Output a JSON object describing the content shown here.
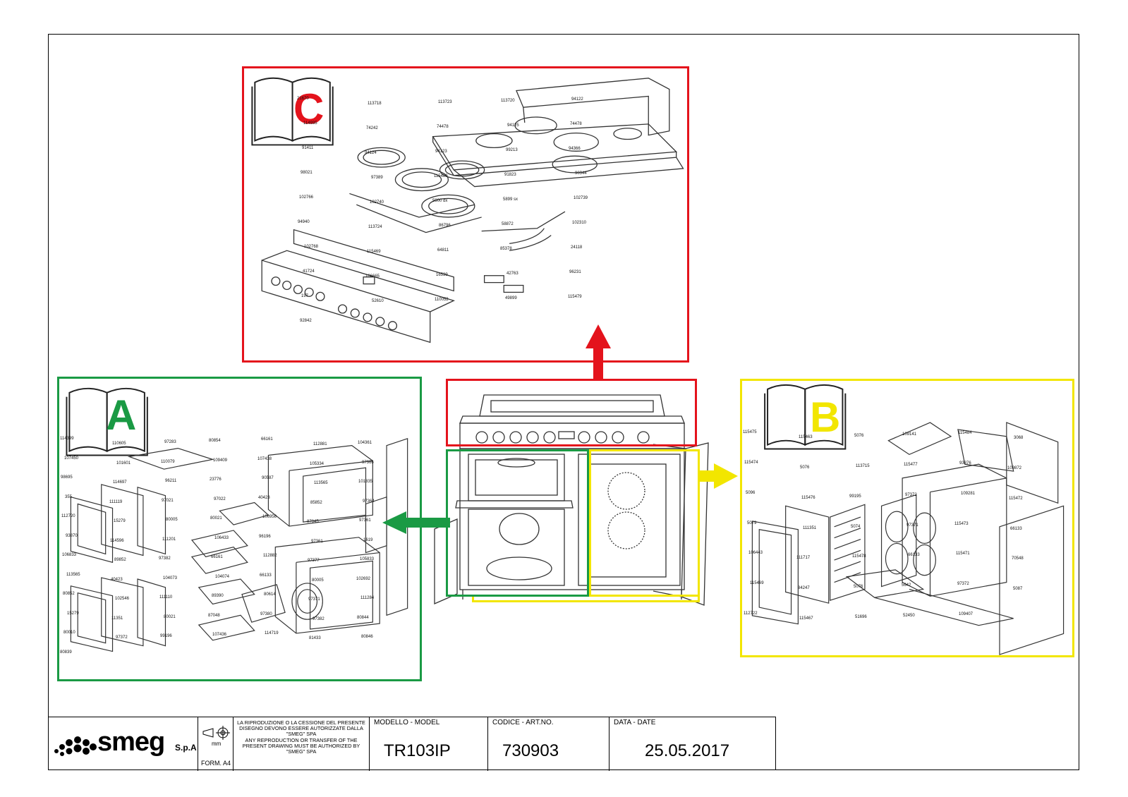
{
  "panels": {
    "a": {
      "label": "A",
      "color": "#1a9a44"
    },
    "b": {
      "label": "B",
      "color": "#f2e600"
    },
    "c": {
      "label": "C",
      "color": "#e4131c"
    }
  },
  "title_block": {
    "brand": "smeg",
    "brand_suffix": "S.p.A",
    "format": "FORM. A4",
    "legal_it": "LA RIPRODUZIONE O LA CESSIONE DEL PRESENTE DISEGNO DEVONO ESSERE AUTORIZZATE DALLA \"SMEG\" SPA",
    "legal_en": "ANY REPRODUCTION OR TRANSFER OF THE PRESENT DRAWING MUST BE AUTHORIZED BY \"SMEG\" SPA",
    "model_caption": "MODELLO - MODEL",
    "model_value": "TR103IP",
    "code_caption": "CODICE - ART.NO.",
    "code_value": "730903",
    "date_caption": "DATA - DATE",
    "date_value": "25.05.2017"
  },
  "part_numbers": {
    "c": [
      "21670",
      "113718",
      "113723",
      "113720",
      "94122",
      "114935",
      "74242",
      "74478",
      "94125",
      "74478",
      "91411",
      "94124",
      "94123",
      "99213",
      "94366",
      "98021",
      "97389",
      "115480",
      "91823",
      "90344",
      "102766",
      "102740",
      "5900 dx",
      "5899 sx",
      "102739",
      "94940",
      "113724",
      "86796",
      "58872",
      "102310",
      "102768",
      "115469",
      "64811",
      "85378",
      "24118",
      "41724",
      "106665",
      "16539",
      "42763",
      "96231",
      "197",
      "52610",
      "110052",
      "49899",
      "115479",
      "92842"
    ],
    "a": [
      "114399",
      "110605",
      "97283",
      "80854",
      "66161",
      "112881",
      "104361",
      "107450",
      "101601",
      "110079",
      "109409",
      "107438",
      "105334",
      "97366",
      "98695",
      "114697",
      "96211",
      "23776",
      "90587",
      "113565",
      "101835",
      "355",
      "111119",
      "97021",
      "97022",
      "40423",
      "85852",
      "97364",
      "112720",
      "15279",
      "80005",
      "80021",
      "106956",
      "87045",
      "97361",
      "93870",
      "114596",
      "111201",
      "106433",
      "96196",
      "97361",
      "1619",
      "106833",
      "89852",
      "97382",
      "66161",
      "112882",
      "97377",
      "105833",
      "113565",
      "40423",
      "104073",
      "104074",
      "66133",
      "80005",
      "102692",
      "80852",
      "102546",
      "111110",
      "89390",
      "80614",
      "97371",
      "111284",
      "15279",
      "11351",
      "80021",
      "87048",
      "97380",
      "97382",
      "80844",
      "80010",
      "97372",
      "99196",
      "107436",
      "114719",
      "81433",
      "80846",
      "80839"
    ],
    "b": [
      "115475",
      "115463",
      "5076",
      "109141",
      "115484",
      "3068",
      "115474",
      "5076",
      "113715",
      "115477",
      "93876",
      "109872",
      "5096",
      "115476",
      "99195",
      "97372",
      "109281",
      "115472",
      "5079",
      "111351",
      "5074",
      "97371",
      "115473",
      "66133",
      "106443",
      "111717",
      "115478",
      "66133",
      "115471",
      "70548",
      "115469",
      "84247",
      "5076",
      "5642",
      "97372",
      "5087",
      "112722",
      "115467",
      "51696",
      "52450",
      "109407"
    ]
  }
}
